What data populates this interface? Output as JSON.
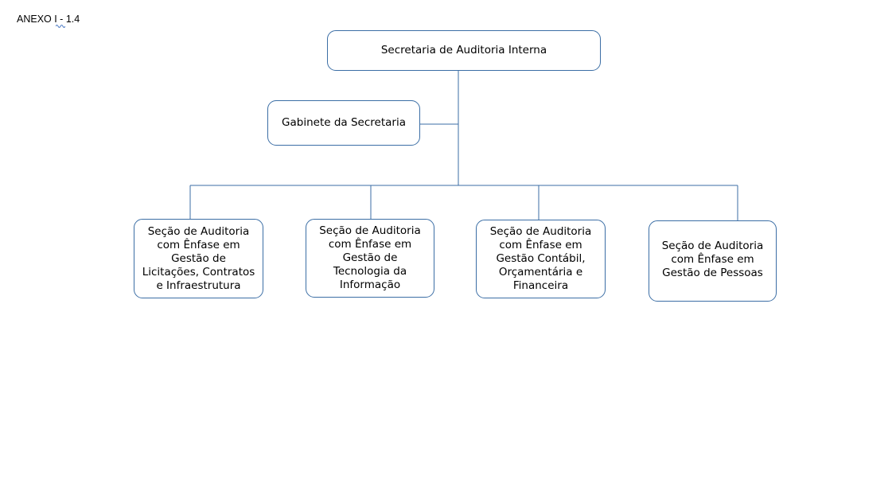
{
  "document": {
    "label": "ANEXO I - 1.4"
  },
  "org_chart": {
    "root": "Secretaria de Auditoria Interna",
    "staff_unit": "Gabinete da Secretaria",
    "sections": [
      "Seção de Auditoria\ncom Ênfase em\nGestão de\nLicitações, Contratos\ne Infraestrutura",
      "Seção de Auditoria\ncom Ênfase em\nGestão de\nTecnologia da\nInformação",
      "Seção de Auditoria\ncom Ênfase em\nGestão Contábil,\nOrçamentária e\nFinanceira",
      "Seção de Auditoria\ncom Ênfase em\nGestão de Pessoas"
    ],
    "colors": {
      "border": "#3b6ea5",
      "connector": "#3b6ea5",
      "squiggle": "#4a78c2"
    }
  }
}
